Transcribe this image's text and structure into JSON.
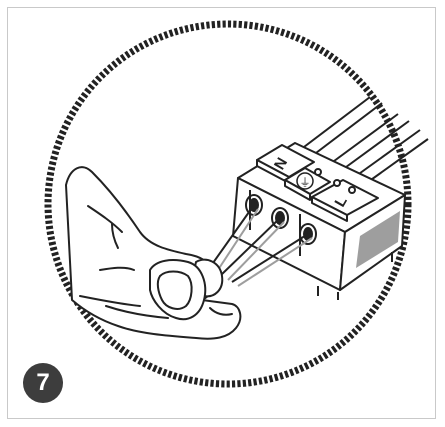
{
  "step": {
    "number": "7"
  },
  "connector": {
    "terminals": [
      {
        "label": "N"
      },
      {
        "label": "⏚"
      },
      {
        "label": "L"
      }
    ]
  },
  "colors": {
    "badge_background": "#3d3d3d",
    "badge_text": "#ffffff",
    "frame_border": "#c9c9c9",
    "line": "#222222",
    "shade": "#9e9e9e"
  },
  "icons": [
    "dashed-circle-frame",
    "hand-icon",
    "terminal-block-icon",
    "ground-symbol-icon"
  ]
}
